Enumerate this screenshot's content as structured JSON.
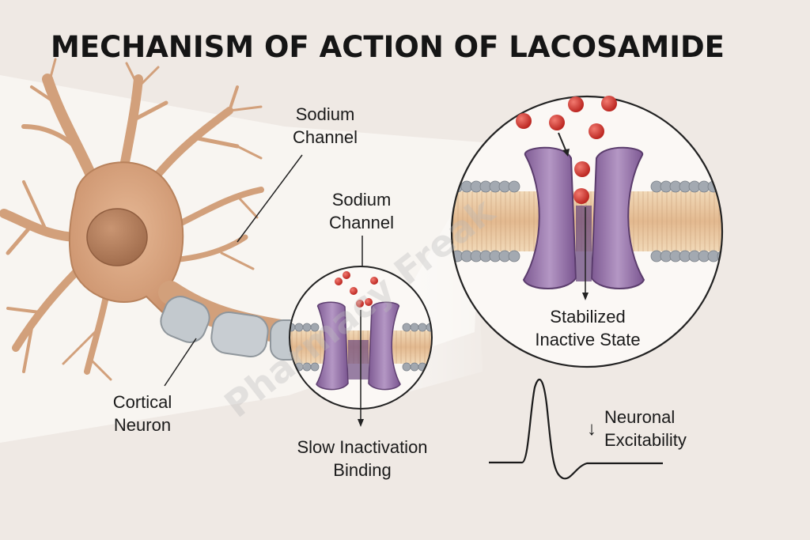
{
  "title": "MECHANISM OF ACTION OF LACOSAMIDE",
  "labels": {
    "sodium_channel_top": [
      "Sodium",
      "Channel"
    ],
    "sodium_channel_mid": [
      "Sodium",
      "Channel"
    ],
    "cortical_neuron": [
      "Cortical",
      "Neuron"
    ],
    "slow_inactivation": [
      "Slow Inactivation",
      "Binding"
    ],
    "stabilized": [
      "Stabilized",
      "Inactive State"
    ],
    "excitability": [
      "Neuronal",
      "Excitability"
    ],
    "excitability_arrow": "↓"
  },
  "watermark": "Pharmacy Freak",
  "colors": {
    "background": "#efe9e4",
    "neuron": "#d6a27c",
    "nucleus": "#b9825e",
    "myelin": "#c3c9ce",
    "membrane": "#e9c8a0",
    "lipid_head": "#9aa0a8",
    "channel": "#9c79ae",
    "sodium_ion": "#d23a34"
  }
}
